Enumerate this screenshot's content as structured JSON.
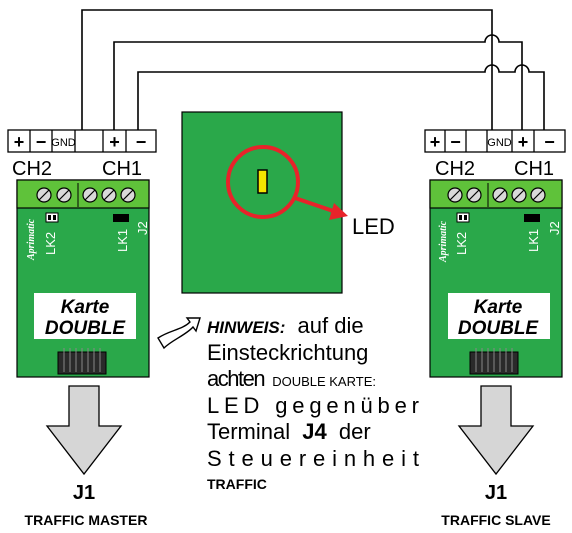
{
  "terminals": {
    "plus": "+",
    "minus": "−",
    "gnd": "GND",
    "ch2": "CH2",
    "ch1": "CH1"
  },
  "card": {
    "brand": "Aprimatic",
    "lk2": "LK2",
    "lk1": "LK1",
    "j2": "J2",
    "title_line1": "Karte",
    "title_line2": "DOUBLE"
  },
  "led_label": "LED",
  "note": {
    "hinweis": "HINWEIS:",
    "line1_rest": "auf die",
    "line2": "Einsteckrichtung",
    "line3_a": "achten",
    "line3_b": "DOUBLE KARTE:",
    "line4": "LED gegenüber",
    "line5_a": "Terminal",
    "line5_b": "J4",
    "line5_c": "der",
    "line6": "Steuereinheit",
    "line7": "TRAFFIC"
  },
  "outputs": {
    "left_connector": "J1",
    "left_unit": "TRAFFIC MASTER",
    "right_connector": "J1",
    "right_unit": "TRAFFIC SLAVE"
  },
  "colors": {
    "pcb_green": "#2aa84a",
    "terminal_green": "#5fc23a",
    "highlight_red": "#e8232a",
    "led_yellow": "#f5e400",
    "arrow_grey": "#d6d6d6"
  }
}
